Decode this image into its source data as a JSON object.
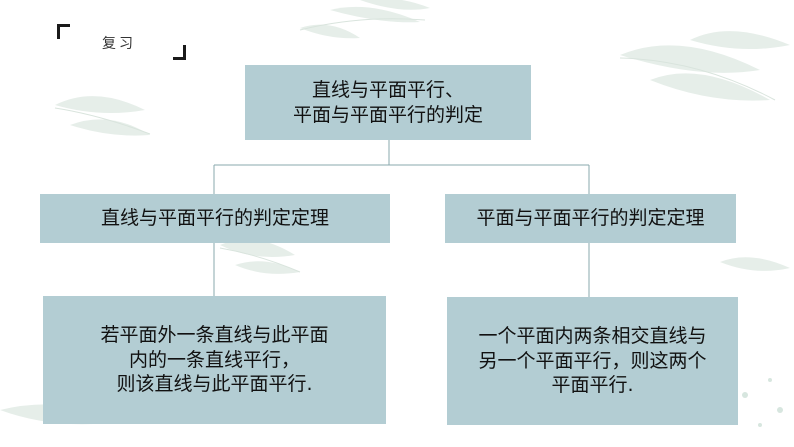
{
  "heading": "复习",
  "diagram": {
    "root": {
      "line1": "直线与平面平行、",
      "line2": "平面与平面平行的判定"
    },
    "left": {
      "title": "直线与平面平行的判定定理",
      "description": [
        "若平面外一条直线与此平面",
        "内的一条直线平行，",
        "则该直线与此平面平行."
      ]
    },
    "right": {
      "title": "平面与平面平行的判定定理",
      "description": [
        "一个平面内两条相交直线与",
        "另一个平面平行，则这两个",
        "平面平行."
      ]
    }
  },
  "colors": {
    "box_fill": "#b3cdd3",
    "connector": "#8aa8ae",
    "text": "#111111",
    "leaf_decoration": "#e3ece6"
  }
}
